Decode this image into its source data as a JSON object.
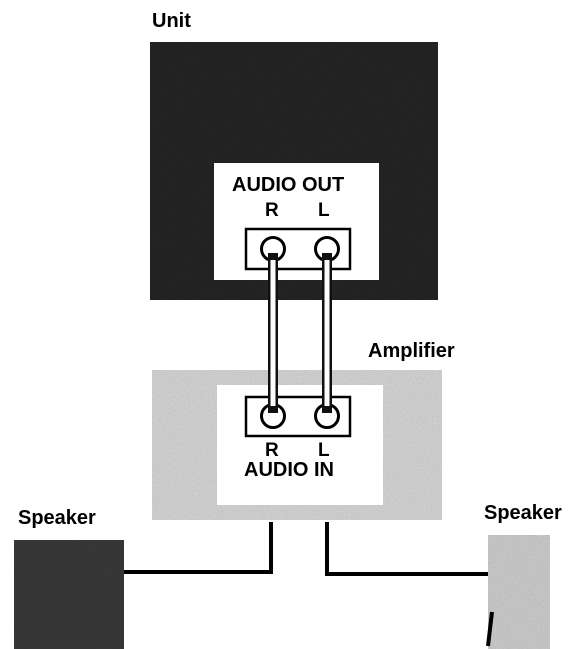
{
  "labels": {
    "unit": "Unit",
    "audio_out": "AUDIO OUT",
    "out_r": "R",
    "out_l": "L",
    "amplifier": "Amplifier",
    "in_r": "R",
    "in_l": "L",
    "audio_in": "AUDIO IN",
    "speaker_left": "Speaker",
    "speaker_right": "Speaker"
  },
  "colors": {
    "unit_body": "#262626",
    "amplifier_body": "#d8d8d8",
    "panel": "#ffffff",
    "cable": "#111111",
    "speaker_left": "#3a3a3a",
    "speaker_right": "#cfcfcf"
  }
}
